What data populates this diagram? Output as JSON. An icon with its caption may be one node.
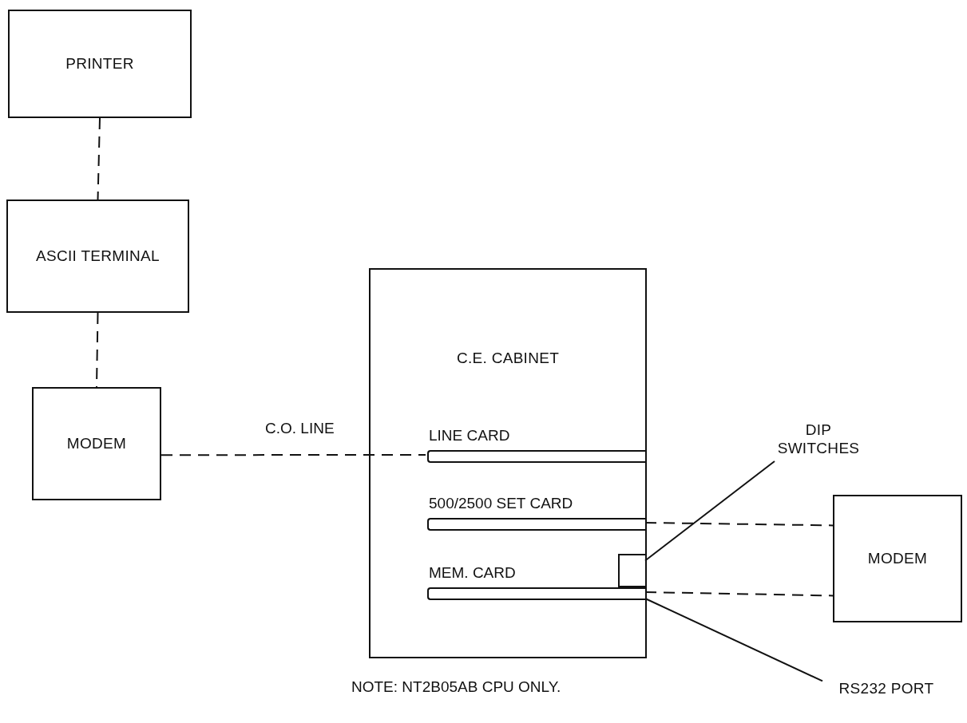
{
  "diagram": {
    "nodes": [
      {
        "text": [
          "PRINTER"
        ]
      },
      {
        "text": [
          "ASCII TERMINAL"
        ]
      },
      {
        "text": [
          "MODEM"
        ]
      },
      {
        "text": [
          "C.E. CABINET"
        ]
      },
      {
        "text": [
          "LINE CARD"
        ],
        "in": 3
      },
      {
        "text": [
          "500/2500 SET CARD"
        ],
        "in": 3
      },
      {
        "text": [
          "MEM. CARD"
        ],
        "in": 3
      },
      {
        "text": [],
        "shape": "box",
        "in": 3
      },
      {
        "text": [
          "DIP SWITCHES"
        ]
      },
      {
        "text": [
          "MODEM"
        ]
      },
      {
        "text": [
          "RS232 PORT"
        ]
      }
    ],
    "edges": [
      {
        "from": 0,
        "to": 1,
        "arrow": "none",
        "style": "dashed"
      },
      {
        "from": 1,
        "to": 2,
        "arrow": "none",
        "style": "dashed"
      },
      {
        "from": 2,
        "to": 4,
        "arrow": "none",
        "style": "dashed",
        "label": "C.O. LINE"
      },
      {
        "from": 5,
        "to": 9,
        "arrow": "none",
        "style": "dashed"
      },
      {
        "from": 6,
        "to": 9,
        "arrow": "none",
        "style": "dashed"
      },
      {
        "from": 8,
        "to": 7,
        "arrow": "none"
      },
      {
        "from": 10,
        "to": 6,
        "arrow": "none"
      }
    ],
    "labels": [
      "NOTE: NT2B05AB CPU ONLY."
    ]
  }
}
